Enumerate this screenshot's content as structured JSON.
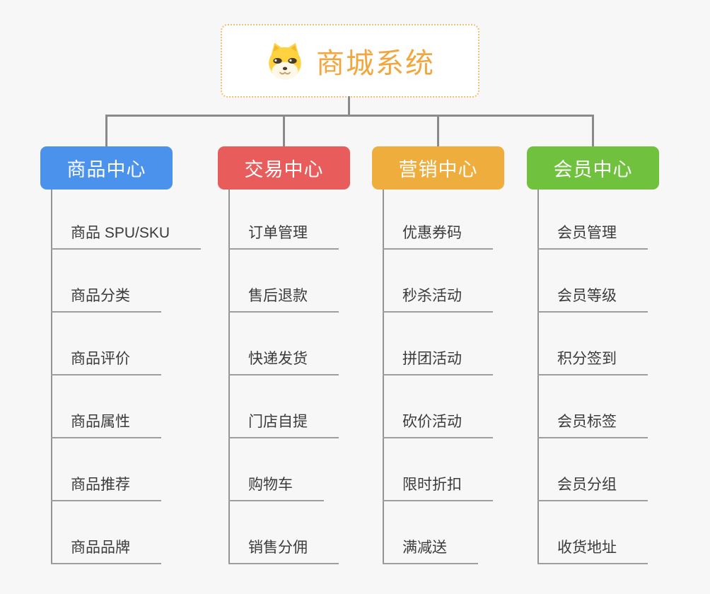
{
  "root": {
    "title": "商城系统",
    "icon": "doge-icon"
  },
  "branches": [
    {
      "label": "商品中心",
      "color": "#4B92EC",
      "children": [
        "商品 SPU/SKU",
        "商品分类",
        "商品评价",
        "商品属性",
        "商品推荐",
        "商品品牌"
      ]
    },
    {
      "label": "交易中心",
      "color": "#E85C5C",
      "children": [
        "订单管理",
        "售后退款",
        "快递发货",
        "门店自提",
        "购物车",
        "销售分佣"
      ]
    },
    {
      "label": "营销中心",
      "color": "#EFAD3D",
      "children": [
        "优惠券码",
        "秒杀活动",
        "拼团活动",
        "砍价活动",
        "限时折扣",
        "满减送"
      ]
    },
    {
      "label": "会员中心",
      "color": "#70C23E",
      "children": [
        "会员管理",
        "会员等级",
        "积分签到",
        "会员标签",
        "会员分组",
        "收货地址"
      ]
    }
  ],
  "colors": {
    "background": "#F7F7F7",
    "connector": "#8A8A8A",
    "leaf_underline": "#9E9E9E",
    "leaf_text": "#3B3B3B",
    "root_text": "#F2A63E",
    "root_border": "#F2BE74"
  }
}
